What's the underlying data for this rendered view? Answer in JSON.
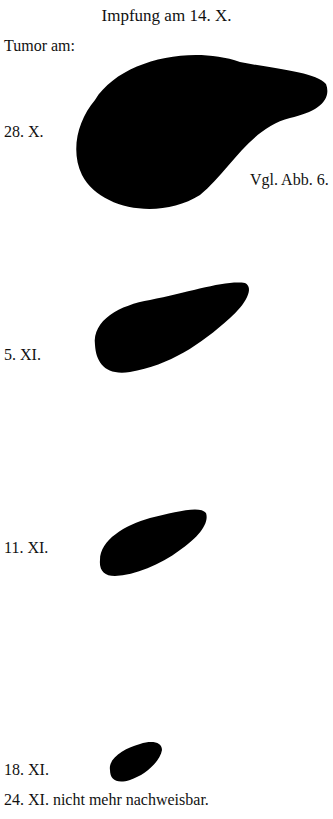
{
  "diagram": {
    "title": "Impfung am 14. X.",
    "labels": [
      "Tumor am:",
      "28. X.",
      "Vgl. Abb. 6.",
      "5. XI.",
      "11. XI.",
      "18. XI.",
      "24. XI. nicht mehr nachweisbar."
    ]
  }
}
